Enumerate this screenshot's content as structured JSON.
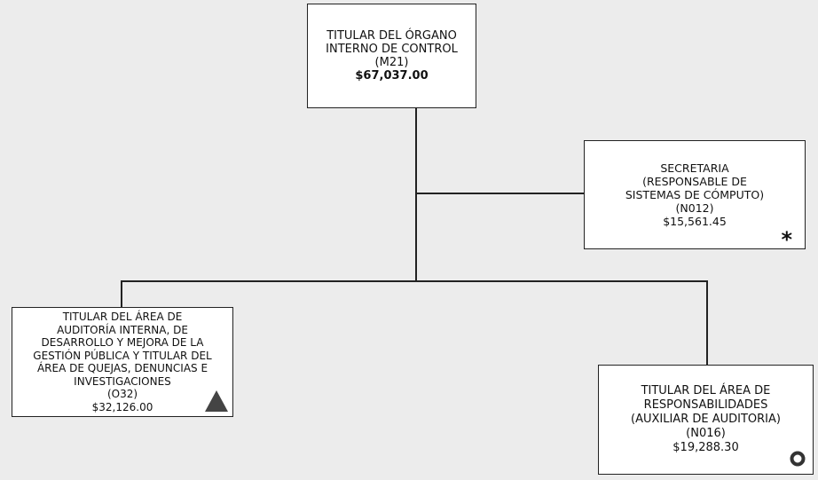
{
  "nodes": {
    "titular": {
      "lines": [
        "TITULAR DEL ÓRGANO",
        "INTERNO DE CONTROL"
      ],
      "code": "(M21)",
      "salary": "$67,037.00"
    },
    "secretaria": {
      "lines": [
        "SECRETARIA",
        "(RESPONSABLE DE",
        "SISTEMAS DE CÓMPUTO)"
      ],
      "code": "(N012)",
      "salary": "$15,561.45",
      "marker": "asterisk-icon"
    },
    "auditoria": {
      "lines": [
        "TITULAR DEL ÁREA DE",
        "AUDITORÍA INTERNA, DE",
        "DESARROLLO Y MEJORA DE LA",
        "GESTIÓN PÚBLICA Y TITULAR DEL",
        "ÁREA DE QUEJAS, DENUNCIAS E",
        "INVESTIGACIONES"
      ],
      "code": "(O32)",
      "salary": "$32,126.00",
      "marker": "triangle-icon"
    },
    "responsabilidades": {
      "lines": [
        "TITULAR DEL ÁREA DE",
        "RESPONSABILIDADES",
        "(AUXILIAR DE AUDITORIA)"
      ],
      "code": "(N016)",
      "salary": "$19,288.30",
      "marker": "circle-icon"
    }
  }
}
